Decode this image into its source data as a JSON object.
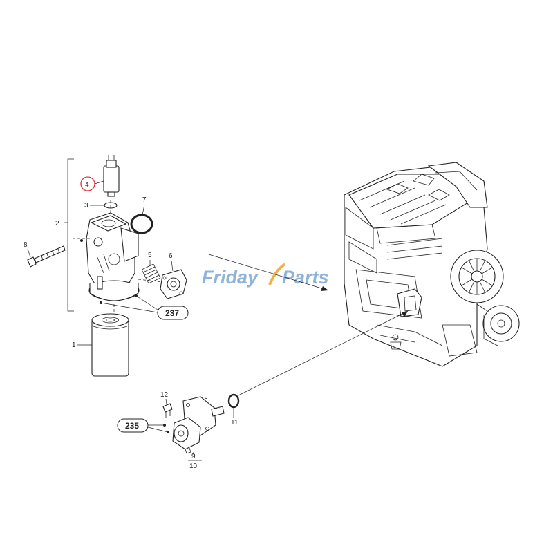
{
  "watermark": {
    "part1": "Friday",
    "part2": "Parts",
    "color1": "#8fb3d9",
    "color2": "#f0b24a"
  },
  "highlight_color": "#e0303a",
  "callouts": {
    "p1": "1",
    "p2": "2",
    "p3": "3",
    "p4": "4",
    "p5": "5",
    "p6": "6",
    "p7": "7",
    "p8": "8",
    "p9": "9",
    "p10": "10",
    "p11": "11",
    "p12": "12",
    "g237": "237",
    "g235": "235"
  },
  "highlighted_callout": "4"
}
